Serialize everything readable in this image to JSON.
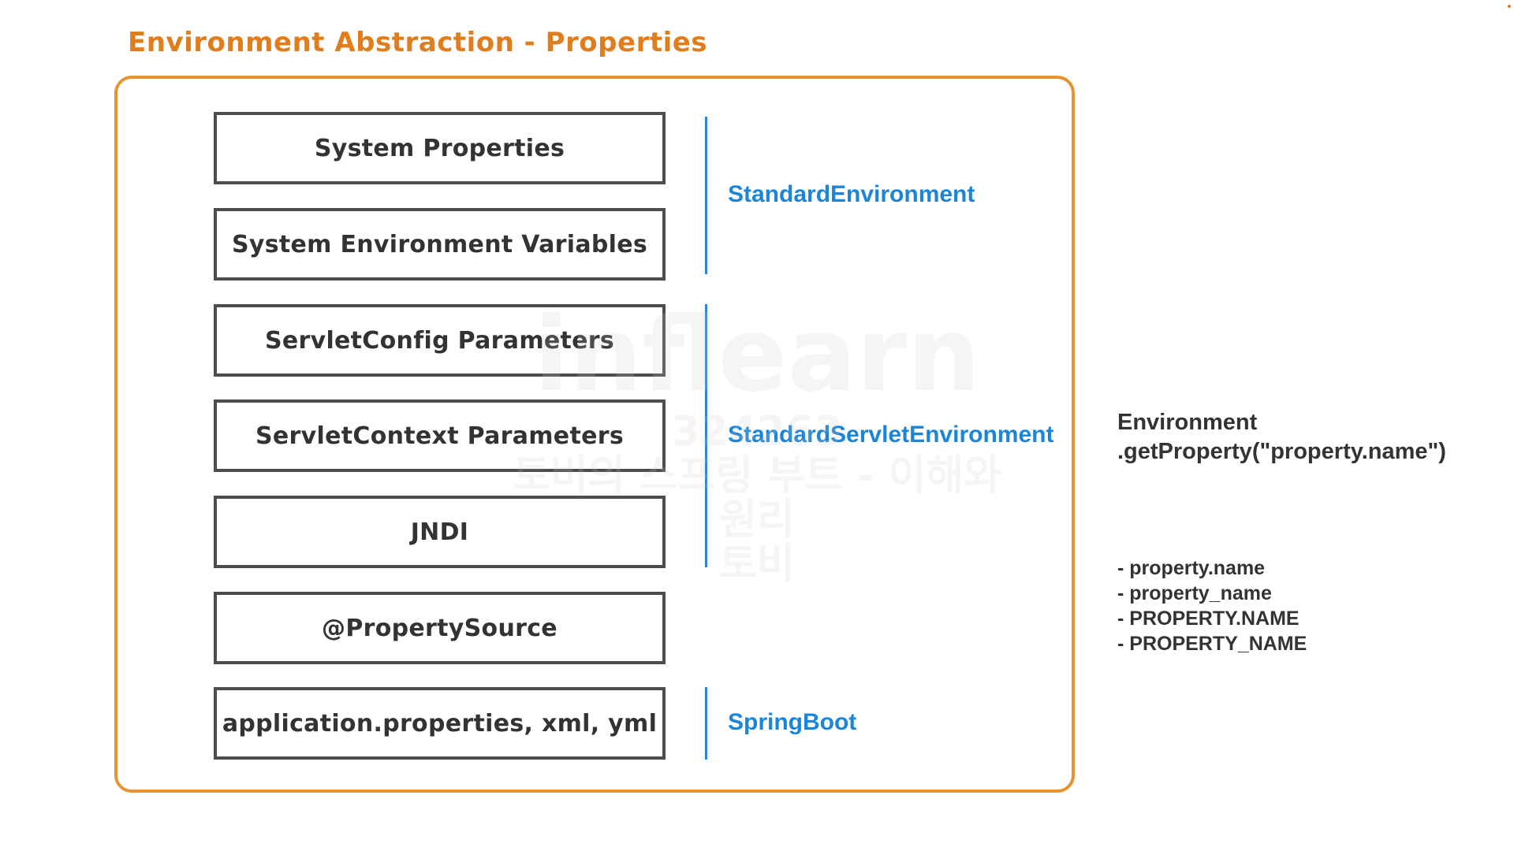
{
  "title": "Environment Abstraction - Properties",
  "sources": [
    "System Properties",
    "System Environment Variables",
    "ServletConfig Parameters",
    "ServletContext Parameters",
    "JNDI",
    "@PropertySource",
    "application.properties, xml, yml"
  ],
  "environments": {
    "standard": "StandardEnvironment",
    "servlet": "StandardServletEnvironment",
    "boot": "SpringBoot"
  },
  "usage": {
    "line1": "Environment",
    "line2": ".getProperty(\"property.name\")"
  },
  "variants": [
    "- property.name",
    "- property_name",
    "- PROPERTY.NAME",
    "- PROPERTY_NAME"
  ],
  "watermark": {
    "logo": "inflearn",
    "id": "324263",
    "course": "토비의 스프링 부트 - 이해와 원리",
    "author": "토비"
  },
  "colors": {
    "title": "#e07e1d",
    "frame": "#e69431",
    "env_label": "#1b85d9",
    "box_border": "#4d4d4d"
  }
}
